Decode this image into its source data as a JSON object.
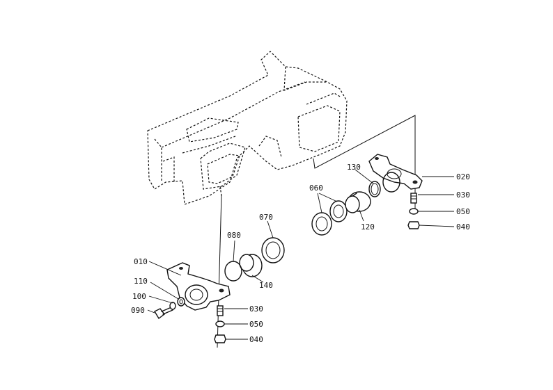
{
  "diagram": {
    "callouts": {
      "c010": "010",
      "c020": "020",
      "c030a": "030",
      "c030b": "030",
      "c040a": "040",
      "c040b": "040",
      "c050a": "050",
      "c050b": "050",
      "c060": "060",
      "c070": "070",
      "c080": "080",
      "c090": "090",
      "c100": "100",
      "c110": "110",
      "c120": "120",
      "c130": "130",
      "c140": "140"
    }
  }
}
